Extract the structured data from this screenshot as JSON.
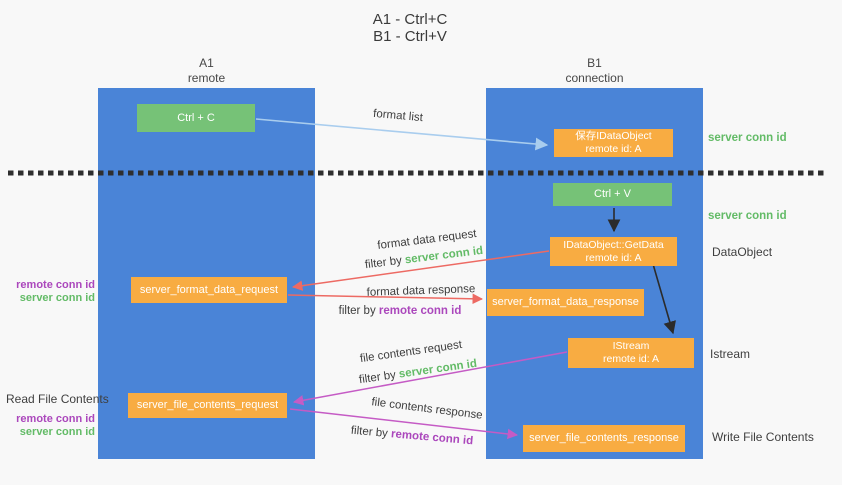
{
  "title": {
    "line1": "A1 - Ctrl+C",
    "line2": "B1 - Ctrl+V"
  },
  "columns": {
    "a1": {
      "name": "A1",
      "subtitle": "remote"
    },
    "b1": {
      "name": "B1",
      "subtitle": "connection"
    }
  },
  "nodes": {
    "ctrl_c": {
      "label": "Ctrl + C"
    },
    "save_dataobject": {
      "line1": "保存IDataObject",
      "line2": "remote id: A"
    },
    "ctrl_v": {
      "label": "Ctrl + V"
    },
    "getdata": {
      "line1": "IDataObject::GetData",
      "line2": "remote id: A"
    },
    "format_request": {
      "label": "server_format_data_request"
    },
    "format_response": {
      "label": "server_format_data_response"
    },
    "istream": {
      "line1": "IStream",
      "line2": "remote id: A"
    },
    "file_request": {
      "label": "server_file_contents_request"
    },
    "file_response": {
      "label": "server_file_contents_response"
    }
  },
  "side_labels": {
    "server_conn_id_top": "server conn id",
    "server_conn_id_mid": "server conn id",
    "dataobject": "DataObject",
    "istream": "Istream",
    "write_file_contents": "Write File Contents",
    "read_file_contents": "Read File Contents",
    "format_remote_conn_id": "remote conn id",
    "format_server_conn_id": "server conn id",
    "file_remote_conn_id": "remote conn id",
    "file_server_conn_id": "server conn id"
  },
  "arrow_labels": {
    "format_list": "format list",
    "format_data_request": "format data request",
    "format_data_response": "format data response",
    "file_contents_request": "file contents request",
    "file_contents_response": "file contents response",
    "filter_by": "filter by",
    "server_conn_id": "server conn id",
    "remote_conn_id": "remote conn id"
  },
  "colors": {
    "column_blue": "#4a84d7",
    "box_orange": "#f8ac42",
    "box_green": "#76c277",
    "arrow_blue": "#a9cdee",
    "arrow_red": "#ed6a63",
    "arrow_purple": "#c55bc5",
    "arrow_black": "#2b2b2b",
    "text_green": "#63bb67",
    "text_purple": "#ab47bc",
    "text_dark": "#3d3d3d",
    "background": "#f8f8f8"
  }
}
